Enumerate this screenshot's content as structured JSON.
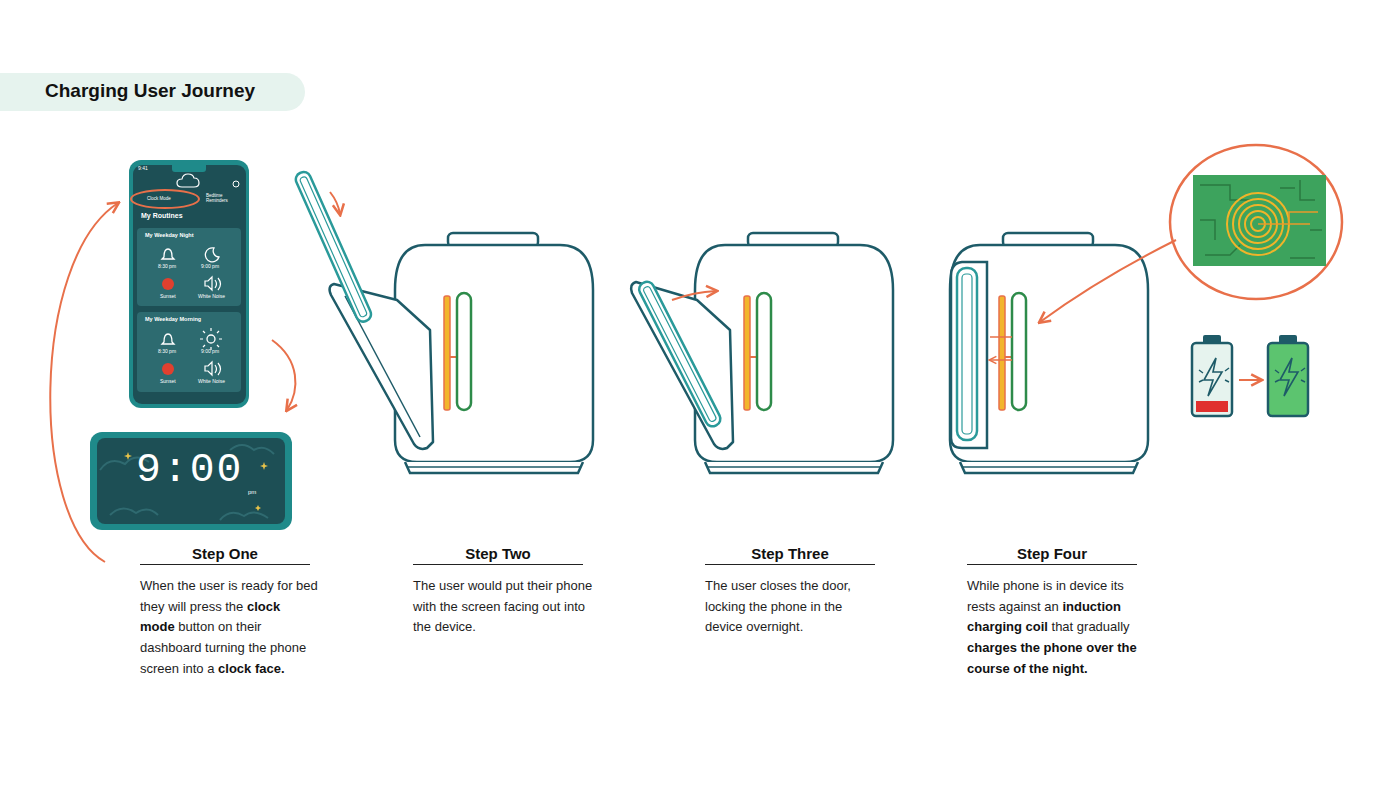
{
  "diagram": {
    "title": "Charging User Journey",
    "labels": [
      "9:41",
      "Clock Mode",
      "Bedtime Reminders",
      "My Routines",
      "My Weekday Night",
      "8:30 pm",
      "9:00 pm",
      "Sunset",
      "White Noise",
      "My Weekday Morning",
      "8:30 pm",
      "9:00 pm",
      "Sunset",
      "White Noise",
      "9:00",
      "pm",
      "Step One",
      "When the user is ready for bed they will press the",
      "clock mode",
      "button on their dashboard turning the phone screen into a",
      "clock face.",
      "Step Two",
      "The user would put their phone with the screen facing out into the device.",
      "Step Three",
      "The user closes the door, locking the phone in the device overnight.",
      "Step Four",
      "While phone is in device its rests against an",
      "induction charging coil",
      "that gradually",
      "charges the phone over the course of the night."
    ]
  }
}
